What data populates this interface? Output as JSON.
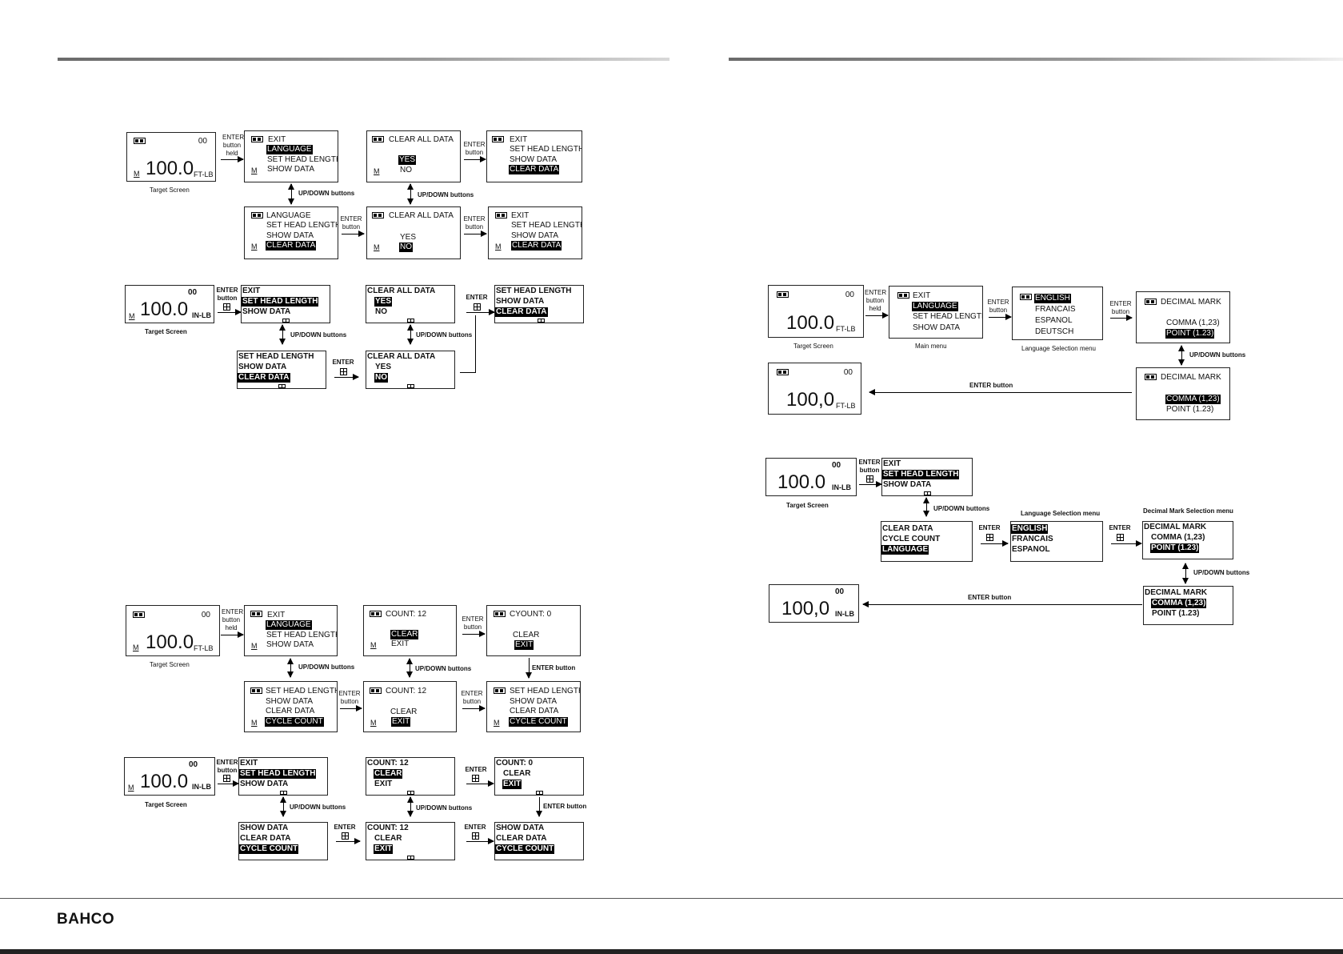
{
  "brand": {
    "logo": "BAHCO"
  },
  "labels": {
    "m": "M",
    "ft_lb": "FT-LB",
    "in_lb": "IN-LB",
    "count_00": "00",
    "value_point": "100.0",
    "value_comma": "100,0",
    "target_screen": "Target Screen",
    "enter": "ENTER",
    "button": "button",
    "held": "held",
    "enter_button": "ENTER button",
    "updown_buttons": "UP/DOWN buttons",
    "main_menu": "Main menu",
    "language_selection_menu": "Language Selection menu",
    "decimal_mark_selection_menu": "Decimal Mark Selection menu"
  },
  "menu": {
    "exit": "EXIT",
    "language": "LANGUAGE",
    "set_head_length": "SET HEAD LENGTH",
    "show_data": "SHOW DATA",
    "clear_data": "CLEAR DATA",
    "clear_all_data": "CLEAR ALL DATA",
    "yes": "YES",
    "no": "NO",
    "cycle_count": "CYCLE COUNT",
    "count_12": "COUNT:  12",
    "cyount_0": "CYOUNT:  0",
    "count_12_b": "COUNT: 12",
    "count_0_b": "COUNT: 0",
    "clear": "CLEAR",
    "english": "ENGLISH",
    "francais": "FRANCAIS",
    "espanol": "ESPANOL",
    "deutsch": "DEUTSCH",
    "decimal_mark": "DECIMAL MARK",
    "comma": "COMMA (1,23)",
    "point": "POINT (1.23)"
  }
}
